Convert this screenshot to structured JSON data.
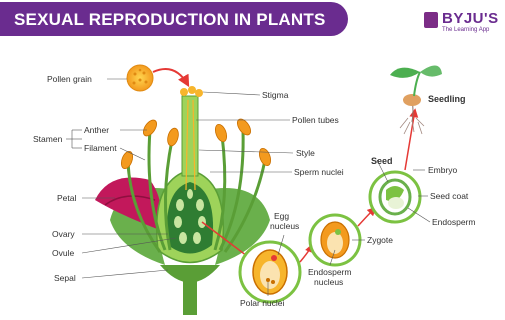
{
  "header": {
    "title": "SEXUAL REPRODUCTION IN PLANTS",
    "brand_name": "BYJU'S",
    "brand_tagline": "The Learning App",
    "banner_color": "#6a2c8f"
  },
  "labels": {
    "pollen_grain": "Pollen grain",
    "stigma": "Stigma",
    "stamen": "Stamen",
    "anther": "Anther",
    "filament": "Filament",
    "pollen_tubes": "Pollen tubes",
    "style": "Style",
    "sperm_nuclei": "Sperm nuclei",
    "petal": "Petal",
    "ovary": "Ovary",
    "ovule": "Ovule",
    "sepal": "Sepal",
    "egg_nucleus": "Egg\nnucleus",
    "polar_nuclei": "Polar nuclei",
    "endosperm_nucleus": "Endosperm\nnucleus",
    "zygote": "Zygote",
    "seed": "Seed",
    "embryo": "Embryo",
    "seed_coat": "Seed coat",
    "endosperm": "Endosperm",
    "seedling": "Seedling"
  },
  "colors": {
    "pistil_green": "#7cc242",
    "dark_green": "#2f7d32",
    "anther_orange": "#f39a1e",
    "petal_pink": "#c2185b",
    "arrow_red": "#e53935",
    "pollen_yellow": "#f7b52c"
  }
}
